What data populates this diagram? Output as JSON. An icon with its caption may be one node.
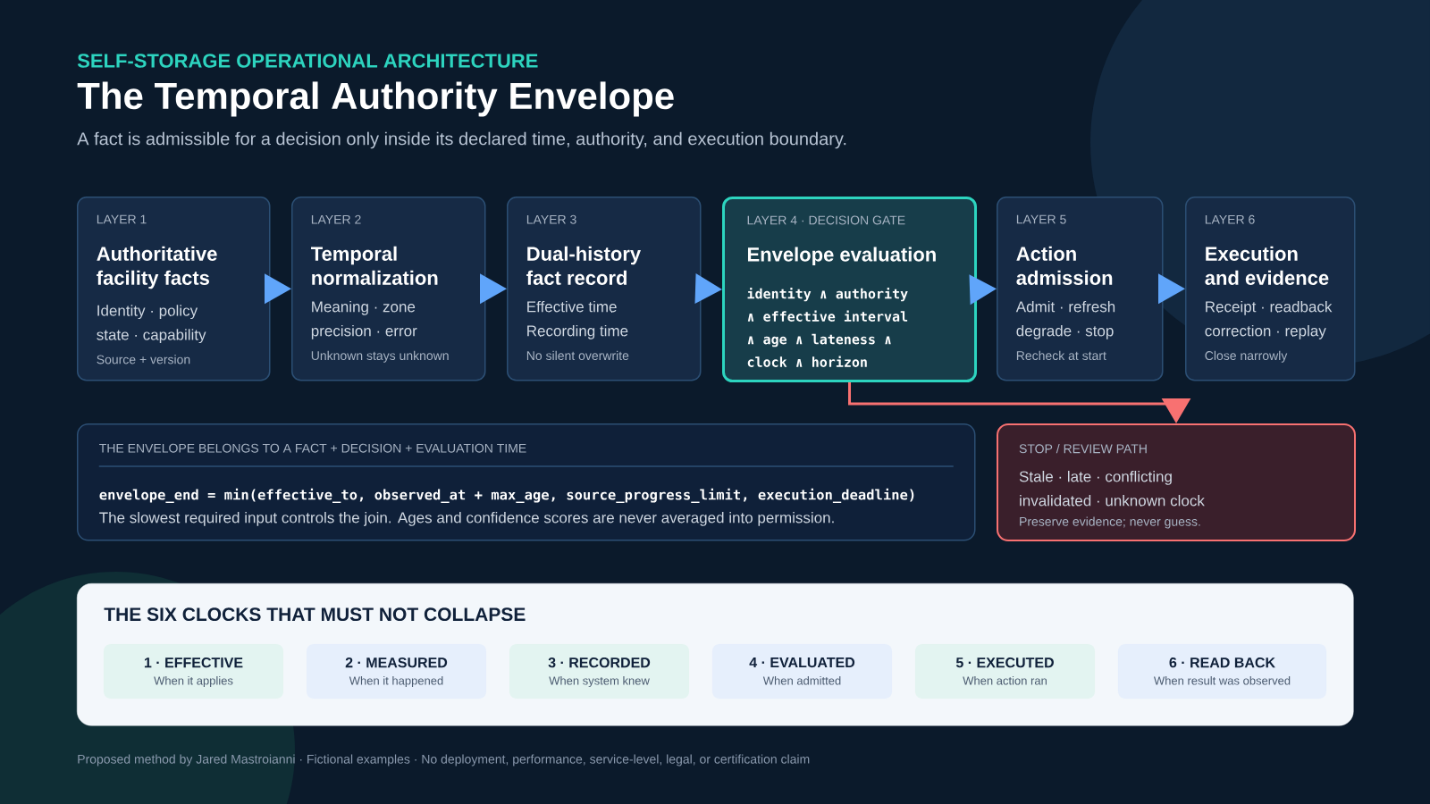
{
  "diagram": {
    "title": "The Temporal Authority Envelope",
    "nodes": [
      {
        "text": [
          "LAYER 1",
          "Authoritative facility facts",
          "Identity · policy state · capability",
          "Source + version"
        ]
      },
      {
        "text": [
          "LAYER 2",
          "Temporal normalization",
          "Meaning · zone precision · error",
          "Unknown stays unknown"
        ]
      },
      {
        "text": [
          "LAYER 3",
          "Dual-history fact record",
          "Effective time Recording time",
          "No silent overwrite"
        ]
      },
      {
        "text": [
          "LAYER 4 · DECISION GATE",
          "Envelope evaluation",
          "identity ∧ authority ∧ effective interval ∧ age ∧ lateness ∧ clock ∧ horizon"
        ]
      },
      {
        "text": [
          "LAYER 5",
          "Action admission",
          "Admit · refresh degrade · stop",
          "Recheck at start"
        ]
      },
      {
        "text": [
          "LAYER 6",
          "Execution and evidence",
          "Receipt · readback correction · replay",
          "Close narrowly"
        ]
      },
      {
        "text": [
          "THE ENVELOPE BELONGS TO A FACT + DECISION + EVALUATION TIME",
          "envelope_end = min(effective_to, observed_at + max_age, source_progress_limit, execution_deadline)",
          "The slowest required input controls the join. Ages and confidence scores are never averaged into permission."
        ]
      },
      {
        "text": [
          "STOP / REVIEW PATH",
          "Stale · late · conflicting invalidated · unknown clock",
          "Preserve evidence; never guess."
        ]
      },
      {
        "text": [
          "THE SIX CLOCKS THAT MUST NOT COLLAPSE"
        ]
      },
      {
        "text": [
          "1 · EFFECTIVE",
          "When it applies"
        ],
        "in": 8
      },
      {
        "text": [
          "2 · MEASURED",
          "When it happened"
        ],
        "in": 8
      },
      {
        "text": [
          "3 · RECORDED",
          "When system knew"
        ],
        "in": 8
      },
      {
        "text": [
          "4 · EVALUATED",
          "When admitted"
        ],
        "in": 8
      },
      {
        "text": [
          "5 · EXECUTED",
          "When action ran"
        ],
        "in": 8
      },
      {
        "text": [
          "6 · READ BACK",
          "When result was observed"
        ],
        "in": 8
      }
    ],
    "edges": [
      {
        "from": 0,
        "to": 1,
        "arrow": "to"
      },
      {
        "from": 1,
        "to": 2,
        "arrow": "to"
      },
      {
        "from": 2,
        "to": 3,
        "arrow": "to"
      },
      {
        "from": 3,
        "to": 4,
        "arrow": "to"
      },
      {
        "from": 4,
        "to": 5,
        "arrow": "to"
      },
      {
        "from": 3,
        "to": 7,
        "arrow": "to",
        "color": "#f87171"
      }
    ],
    "labels": [
      "SELF-STORAGE OPERATIONAL ARCHITECTURE",
      "A fact is admissible for a decision only inside its declared time, authority, and execution boundary.",
      "Proposed method by Jared Mastroianni · Fictional examples · No deployment, performance, service-level, legal, or certification claim"
    ]
  }
}
